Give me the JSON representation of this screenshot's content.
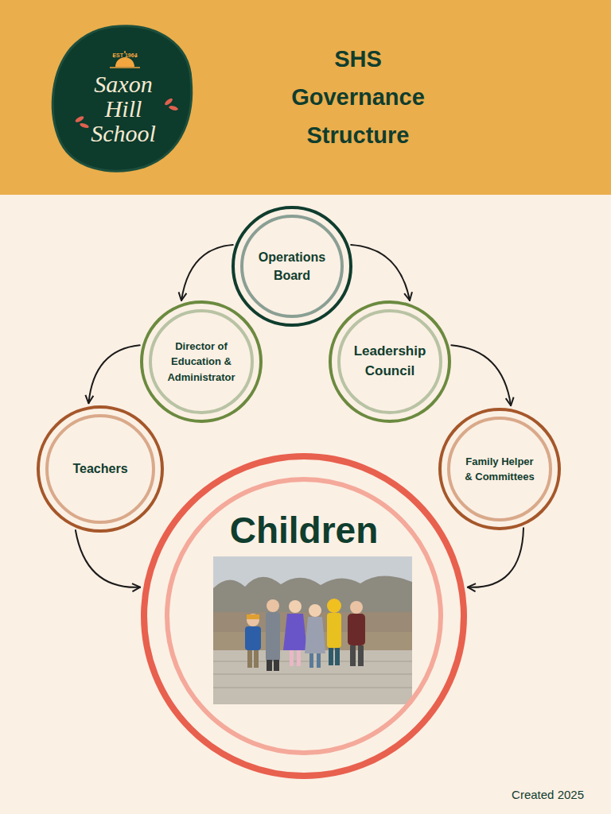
{
  "diagram": {
    "title": "SHS Governance Structure",
    "nodes": [
      {
        "text": [
          "Operations Board"
        ]
      },
      {
        "text": [
          "Director of Education & Administrator"
        ]
      },
      {
        "text": [
          "Leadership Council"
        ]
      },
      {
        "text": [
          "Teachers"
        ]
      },
      {
        "text": [
          "Family Helper & Committees"
        ]
      },
      {
        "text": [
          "Children"
        ]
      }
    ],
    "edges": [
      {
        "from": 0,
        "to": 1,
        "arrow": "to"
      },
      {
        "from": 0,
        "to": 2,
        "arrow": "to"
      },
      {
        "from": 1,
        "to": 3,
        "arrow": "to"
      },
      {
        "from": 2,
        "to": 4,
        "arrow": "to"
      },
      {
        "from": 3,
        "to": 5,
        "arrow": "to"
      },
      {
        "from": 4,
        "to": 5,
        "arrow": "to"
      }
    ],
    "labels": [
      "EST 1964",
      "Saxon Hill School",
      "Created 2025"
    ]
  }
}
